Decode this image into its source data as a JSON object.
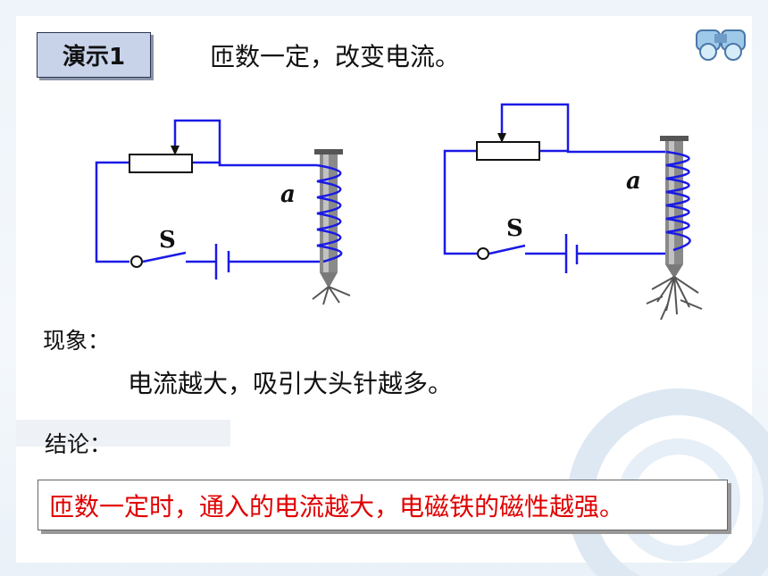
{
  "slide": {
    "demo_label": "演示1",
    "title": "匝数一定，改变电流。",
    "phenomenon_label": "现象：",
    "phenomenon_text": "电流越大，吸引大头针越多。",
    "conclusion_label": "结论：",
    "conclusion_text": "匝数一定时，通入的电流越大，电磁铁的磁性越强。"
  },
  "circuits": [
    {
      "coil_label": "a",
      "switch_label": "S"
    },
    {
      "coil_label": "a",
      "switch_label": "S"
    }
  ],
  "colors": {
    "wire": "#1a1ae6",
    "conclusion_text": "#e00000",
    "badge_fill": "#c8d3ea"
  }
}
